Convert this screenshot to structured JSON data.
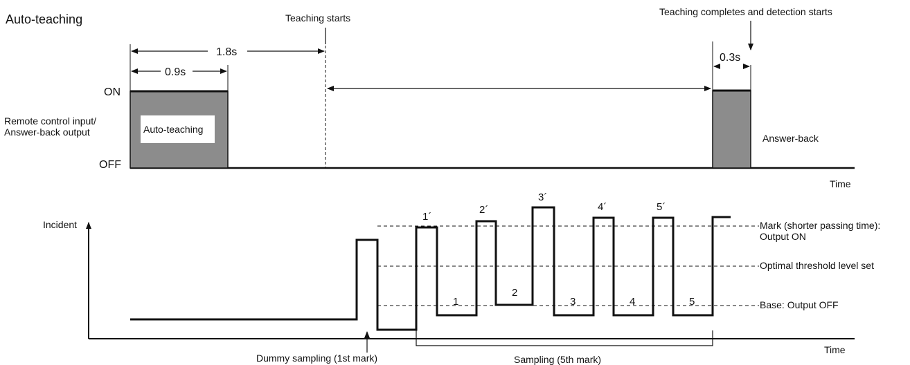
{
  "title": "Auto-teaching",
  "labels": {
    "teaching_starts": "Teaching starts",
    "teaching_completes": "Teaching completes and detection starts",
    "dur_1_8": "1.8s",
    "dur_0_9": "0.9s",
    "dur_0_3": "0.3s",
    "on": "ON",
    "off": "OFF",
    "input_line1": "Remote control input/",
    "input_line2": "Answer-back output",
    "auto_teaching_box": "Auto-teaching",
    "answer_back": "Answer-back",
    "time_top": "Time",
    "time_bottom": "Time",
    "incident": "Incident",
    "mark_line1": "Mark (shorter passing time):",
    "mark_line2": "Output ON",
    "optimal": "Optimal threshold level set",
    "base": "Base: Output OFF",
    "dummy_sampling": "Dummy sampling (1st mark)",
    "sampling": "Sampling (5th mark)"
  },
  "marks_top": [
    "1´",
    "2´",
    "3´",
    "4´",
    "5´"
  ],
  "marks_bottom": [
    "1",
    "2",
    "3",
    "4",
    "5"
  ],
  "colors": {
    "line": "#111111",
    "fill": "#8c8c8c",
    "white": "#ffffff"
  }
}
